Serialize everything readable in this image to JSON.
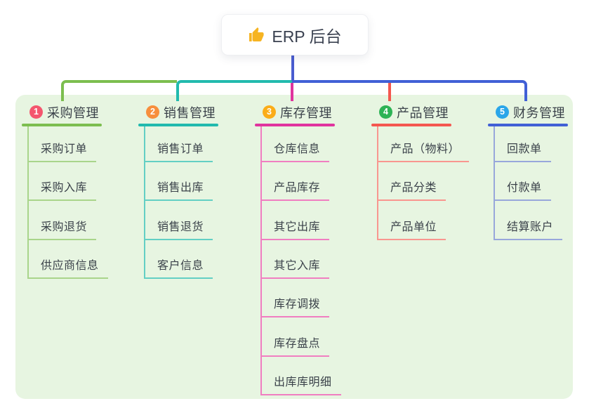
{
  "root": {
    "icon": "thumbs-up",
    "title": "ERP 后台"
  },
  "panel_color": "#E7F5E1",
  "root_line_color": "#4A5DD0",
  "branches": [
    {
      "num": "1",
      "title": "采购管理",
      "badge_color": "#F4566E",
      "line_color": "#7CBE4F",
      "child_line_color": "#A9D58B",
      "items": [
        "采购订单",
        "采购入库",
        "采购退货",
        "供应商信息"
      ]
    },
    {
      "num": "2",
      "title": "销售管理",
      "badge_color": "#F78F3D",
      "line_color": "#22BAAE",
      "child_line_color": "#63CFC4",
      "items": [
        "销售订单",
        "销售出库",
        "销售退货",
        "客户信息"
      ]
    },
    {
      "num": "3",
      "title": "库存管理",
      "badge_color": "#FBAD18",
      "line_color": "#E0349E",
      "child_line_color": "#F07EC1",
      "items": [
        "仓库信息",
        "产品库存",
        "其它出库",
        "其它入库",
        "库存调拨",
        "库存盘点",
        "出库库明细"
      ]
    },
    {
      "num": "4",
      "title": "产品管理",
      "badge_color": "#2DB355",
      "line_color": "#F4574F",
      "child_line_color": "#F9968F",
      "items": [
        "产品（物料）",
        "产品分类",
        "产品单位"
      ]
    },
    {
      "num": "5",
      "title": "财务管理",
      "badge_color": "#2BA6E9",
      "line_color": "#4160D6",
      "child_line_color": "#98A7DB",
      "items": [
        "回款单",
        "付款单",
        "结算账户"
      ]
    }
  ]
}
